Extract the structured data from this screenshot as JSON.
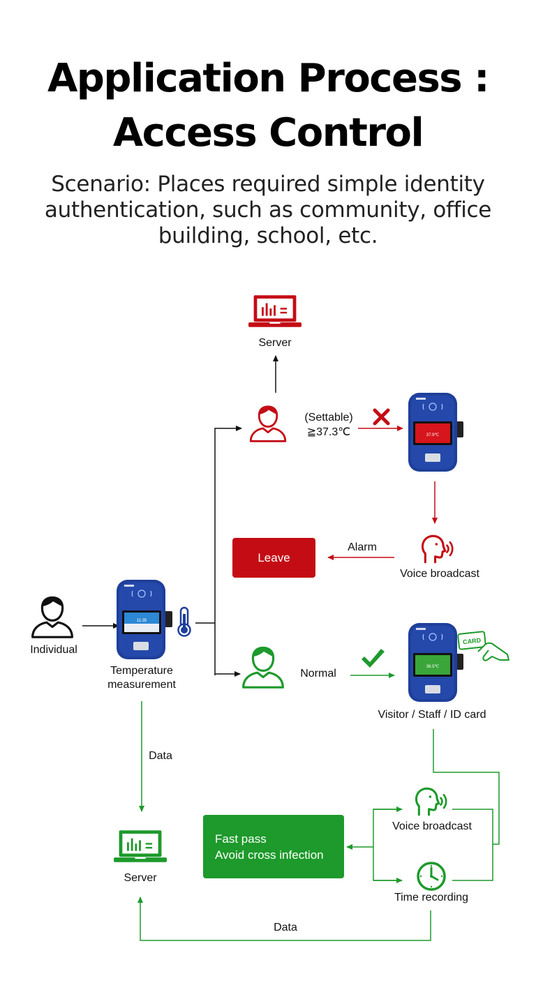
{
  "title_line1": "Application Process :",
  "title_line2": "Access Control",
  "subtitle": "Scenario: Places required simple identity authentication, such as community, office building, school, etc.",
  "nodes": {
    "server_top": "Server",
    "threshold_settable": "(Settable)",
    "threshold_value": "≧37.3℃",
    "alarm": "Alarm",
    "leave": "Leave",
    "voice_broadcast_red": "Voice broadcast",
    "individual": "Individual",
    "temperature_measurement_1": "Temperature",
    "temperature_measurement_2": "measurement",
    "normal": "Normal",
    "card_label": "CARD",
    "visitor_staff_id": "Visitor / Staff / ID card",
    "data_down": "Data",
    "server_bottom": "Server",
    "fast_pass_1": "Fast pass",
    "fast_pass_2": "Avoid cross infection",
    "voice_broadcast_green": "Voice broadcast",
    "time_recording": "Time recording",
    "data_bottom": "Data"
  },
  "device_screens": {
    "main_time": "11:35",
    "red_temp": "37.9℃",
    "green_temp": "36.5℃"
  },
  "colors": {
    "red": "#c40c14",
    "green": "#1d9a2b",
    "device_blue": "#1e3f9a",
    "black": "#111111"
  },
  "icons": [
    "laptop-server-icon",
    "person-icon",
    "terminal-device-icon",
    "thermometer-icon",
    "voice-speaker-icon",
    "clock-icon",
    "card-hand-icon",
    "checkmark-icon",
    "cross-icon"
  ]
}
